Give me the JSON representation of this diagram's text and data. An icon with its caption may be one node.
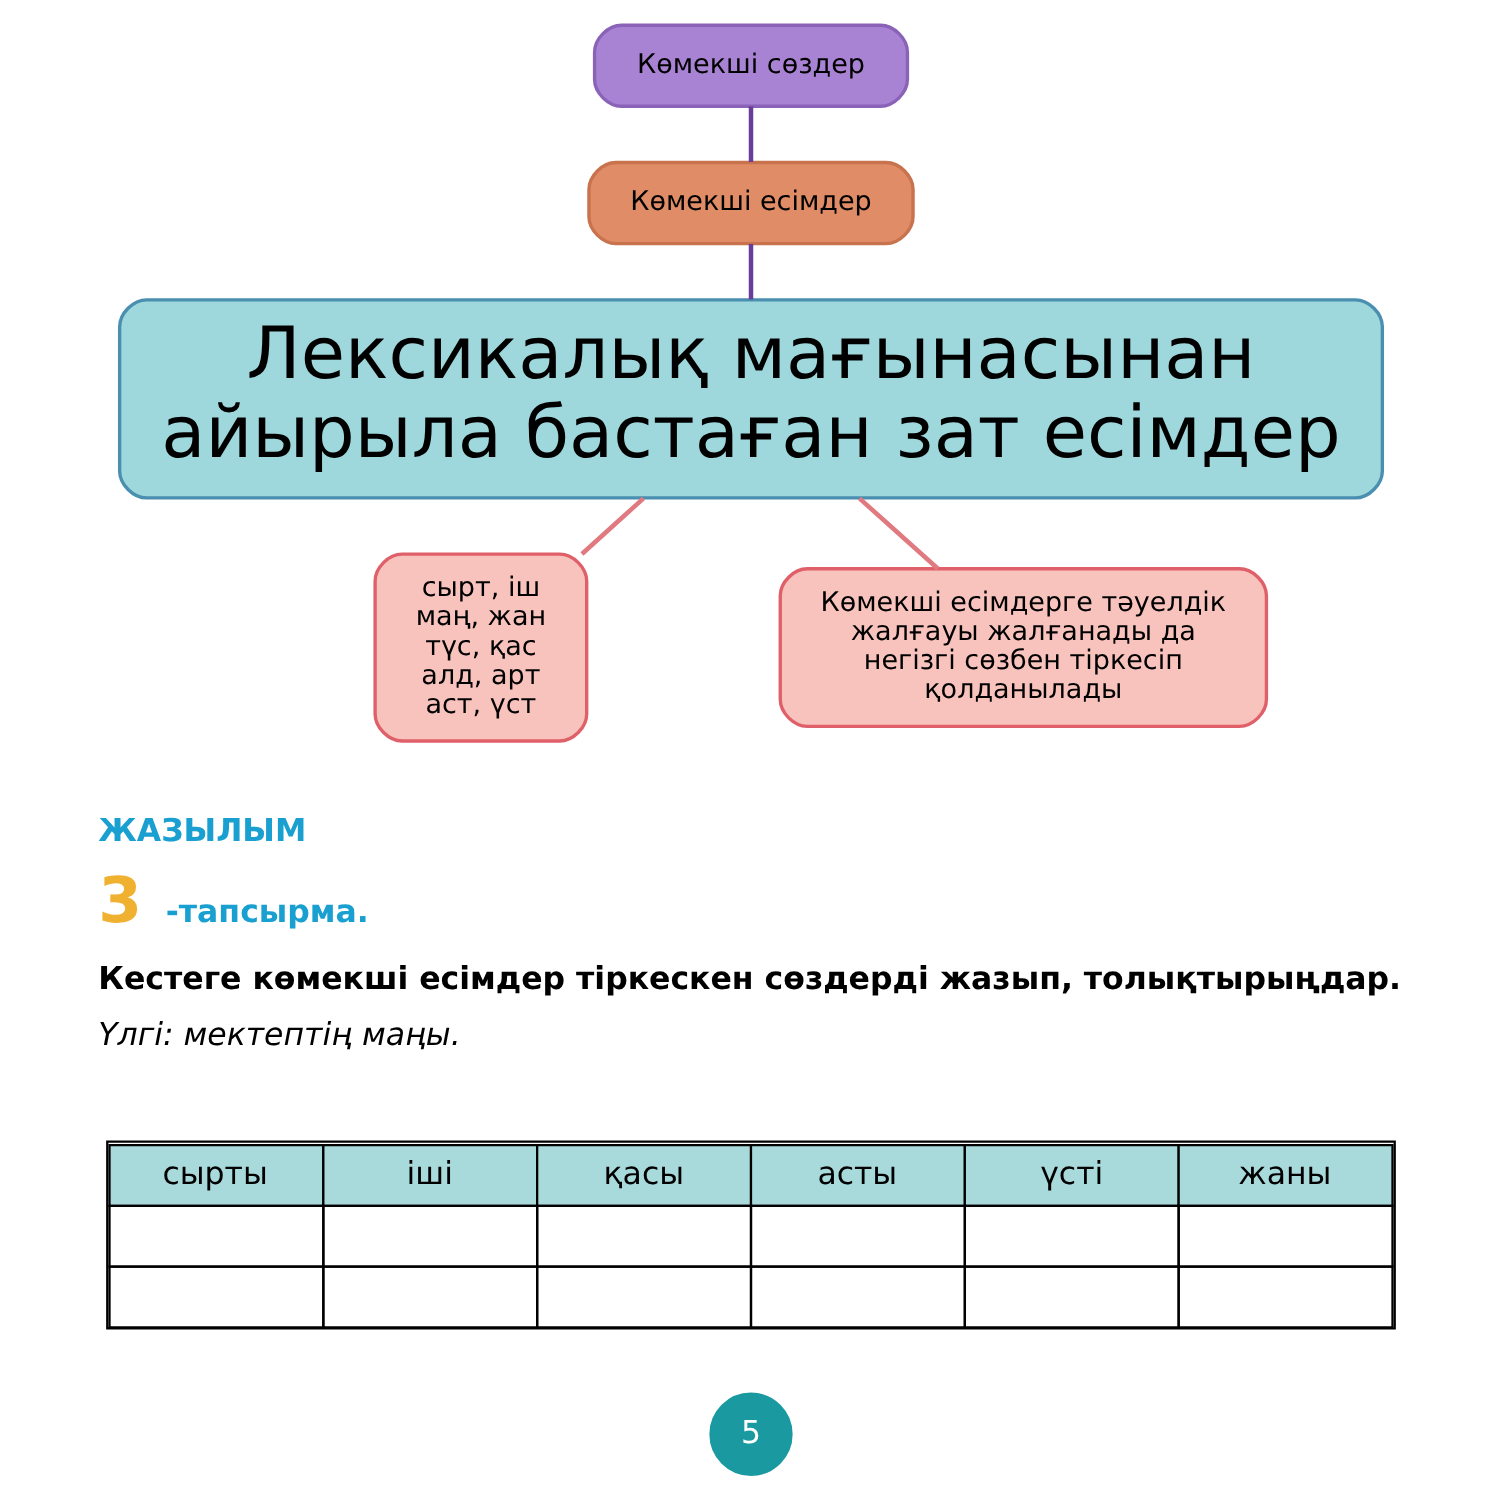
{
  "diagram": {
    "nodes": [
      {
        "text": [
          "Көмекші сөздер"
        ]
      },
      {
        "text": [
          "Көмекші есімдер"
        ]
      },
      {
        "text": [
          "Лексикалық мағынасынан айырыла бастаған зат есімдер"
        ]
      },
      {
        "text": [
          "сырт, іш маң, жан түс, қас алд, арт аст, үст"
        ]
      },
      {
        "text": [
          "Көмекші есімдерге тәуелдік жалғауы жалғанады да негізгі сөзбен тіркесіп қолданылады"
        ]
      }
    ],
    "edges": [
      {
        "from": 0,
        "to": 1,
        "arrow": "none",
        "color": "#6a3d9a"
      },
      {
        "from": 1,
        "to": 2,
        "arrow": "none",
        "color": "#6a3d9a"
      },
      {
        "from": 2,
        "to": 3,
        "arrow": "none",
        "color": "#e07a80"
      },
      {
        "from": 2,
        "to": 4,
        "arrow": "none",
        "color": "#e07a80"
      }
    ],
    "labels": [
      "ЖАЗЫЛЫМ",
      "3",
      "-тапсырма.",
      "Кестеге көмекші есімдер тіркескен сөздерді жазып, толықтырыңдар.",
      "Үлгі: мектептің маңы.",
      "сырты",
      "іші",
      "қасы",
      "асты",
      "үсті",
      "жаны",
      "5"
    ]
  }
}
